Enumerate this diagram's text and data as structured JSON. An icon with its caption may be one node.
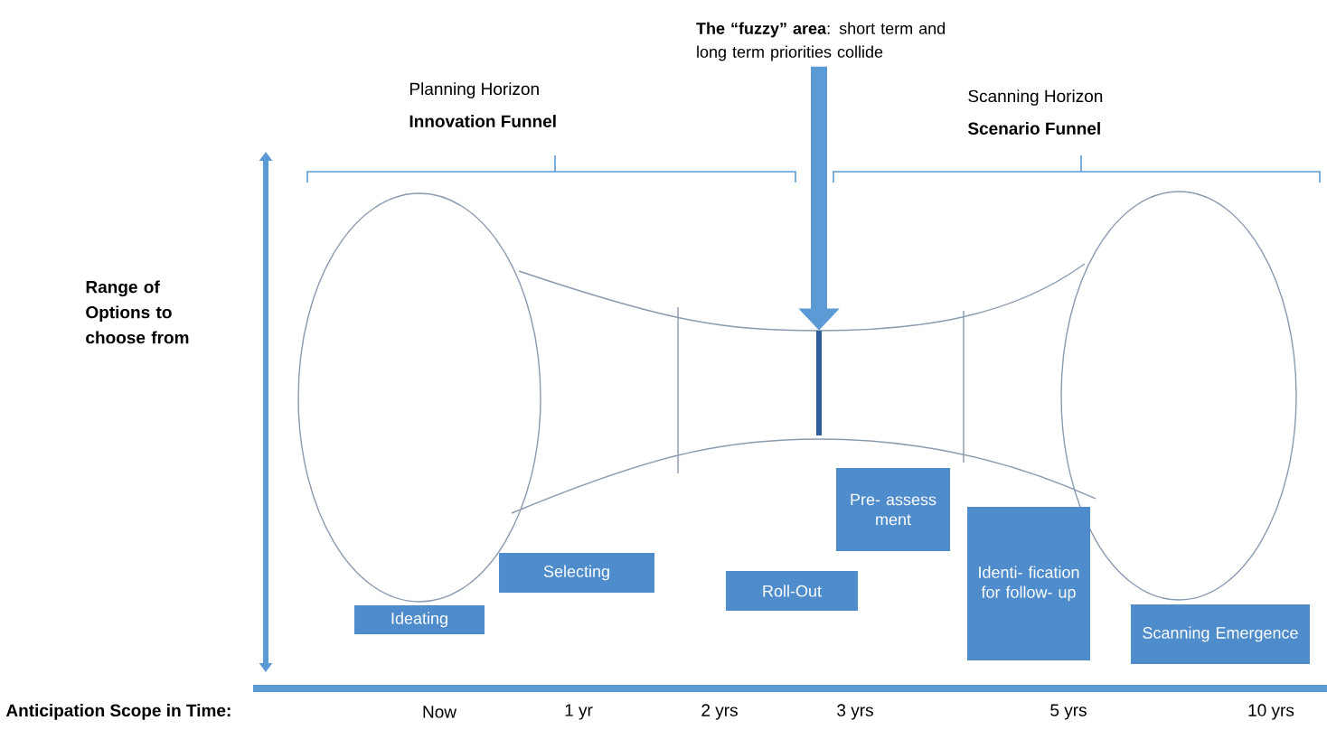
{
  "diagram": {
    "nodes": [
      {
        "text": [
          "Ideating"
        ]
      },
      {
        "text": [
          "Selecting"
        ]
      },
      {
        "text": [
          "Roll-Out"
        ]
      },
      {
        "text": [
          "Pre- assess ment"
        ]
      },
      {
        "text": [
          "Identi- fication for follow- up"
        ]
      },
      {
        "text": [
          "Scanning Emergence"
        ]
      },
      {
        "text": [
          "**The “fuzzy” area**: short term and long term priorities collide"
        ]
      },
      {
        "text": [],
        "shape": "bar"
      }
    ],
    "edges": [
      {
        "from": 6,
        "to": 7,
        "arrow": "to"
      }
    ],
    "labels": [
      "Planning Horizon",
      "Innovation Funnel",
      "Scanning Horizon",
      "Scenario Funnel",
      "Range of Options to choose from",
      "Anticipation Scope in Time:",
      "Now",
      "1 yr",
      "2 yrs",
      "3 yrs",
      "5 yrs",
      "10 yrs"
    ]
  }
}
